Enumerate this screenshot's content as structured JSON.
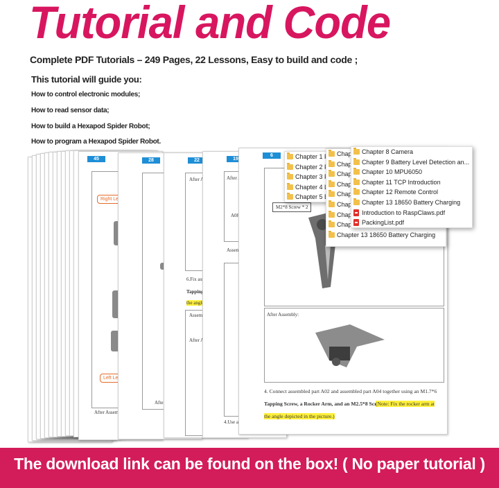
{
  "title": "Tutorial and Code",
  "subtitle": "Complete PDF Tutorials – 249 Pages, 22 Lessons, Easy to build and code ;",
  "guide": {
    "heading": "This tutorial will guide you:",
    "items": [
      "How to control electronic modules;",
      "How to read sensor data;",
      "How to build a Hexapod Spider Robot;",
      "How to program a Hexapod Spider Robot."
    ]
  },
  "pages": {
    "page1": {
      "num": "45",
      "right_leg": "Right Leg",
      "left_leg": "Left Leg",
      "after": "After Assembly:"
    },
    "page2": {
      "num": "28",
      "after": "After Assem"
    },
    "page3": {
      "num": "22",
      "after_top": "After As",
      "fix": "6.Fix  ass",
      "tapping": "Tapping",
      "angle": "the angle",
      "assembled": "Assembl",
      "after_mid": "After A"
    },
    "page4": {
      "num": "19",
      "after": "After A",
      "a08": "A08",
      "assembled": "Assembled",
      "use": "4.Use a"
    },
    "page5": {
      "num": "6",
      "screw_label": "M2*8 Screw * 2",
      "after": "After Assembly:",
      "instruction_1": "4. Connect assembled part A02 and assembled part A04 together using an M1.7*6",
      "instruction_2": "Tapping Screw, a Rocker Arm, and an M2.5*8 Screw.",
      "note_1": "(Note: Fix the rocker arm at",
      "note_2": "the angle depicted in the picture.)"
    }
  },
  "file_lists": {
    "list_back": [
      "Chapter 1 F",
      "Chapter 2 F",
      "Chapter 3 F",
      "Chapter 4 L",
      "Chapter 5 E"
    ],
    "list_mid": [
      "Chap",
      "Chap",
      "Chap",
      "Chap",
      "Chap",
      "Chap",
      "Chap",
      "Chapter 12 Remote Control",
      "Chapter 13 18650 Battery Charging"
    ],
    "list_front": [
      {
        "icon": "folder",
        "label": "Chapter 8 Camera"
      },
      {
        "icon": "folder",
        "label": "Chapter 9 Battery Level Detection an..."
      },
      {
        "icon": "folder",
        "label": "Chapter 10 MPU6050"
      },
      {
        "icon": "folder",
        "label": "Chapter 11 TCP Introduction"
      },
      {
        "icon": "folder",
        "label": "Chapter 12 Remote Control"
      },
      {
        "icon": "folder",
        "label": "Chapter 13 18650 Battery Charging"
      },
      {
        "icon": "pdf",
        "label": "Introduction to RaspClaws.pdf"
      },
      {
        "icon": "pdf",
        "label": "PackingList.pdf"
      }
    ]
  },
  "footer": "The download link can be found on the box! ( No paper tutorial )",
  "colors": {
    "accent": "#d8165f",
    "banner": "#d31c5a",
    "page_num": "#1e8ed6",
    "highlight": "#fff03a"
  }
}
